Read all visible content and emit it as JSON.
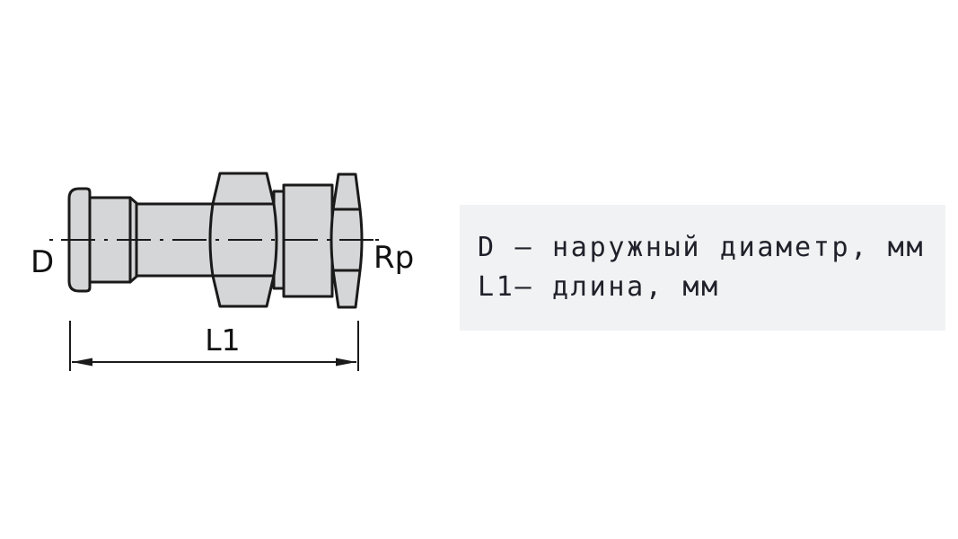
{
  "drawing": {
    "type": "technical-fitting-diagram",
    "part": "press-fitting adapter with female thread",
    "labels": {
      "outer_diameter": "D",
      "thread": "Rp",
      "length": "L1"
    }
  },
  "legend": {
    "lines": [
      "D – наружный диаметр, мм",
      "L1– длина, мм"
    ]
  },
  "colors": {
    "background": "#ffffff",
    "fitting_fill": "#d5d6d8",
    "outline": "#1a1a1a",
    "legend_background": "#f1f2f3",
    "legend_text": "#21212b"
  }
}
